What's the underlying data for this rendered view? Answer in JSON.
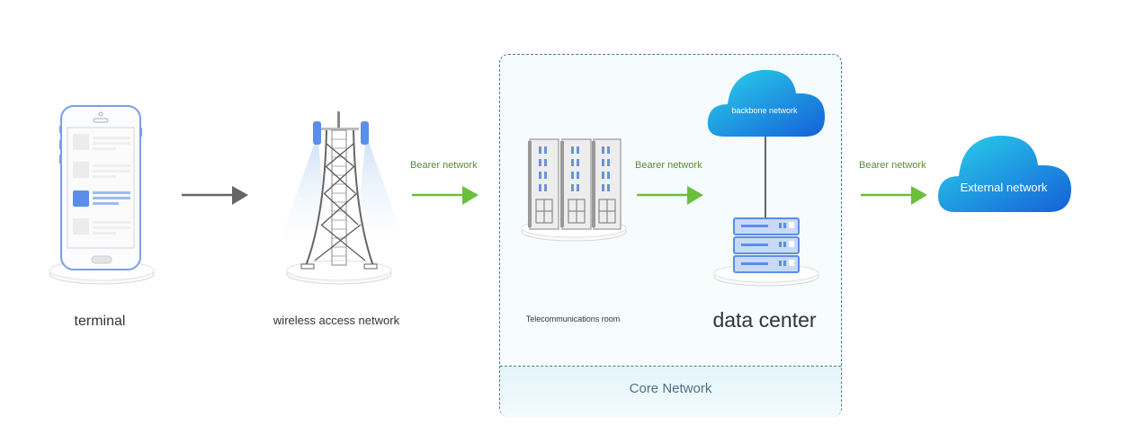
{
  "nodes": {
    "terminal": {
      "label": "terminal"
    },
    "wireless": {
      "label": "wireless access network"
    },
    "telecom_room": {
      "label": "Telecommunications room"
    },
    "data_center": {
      "label": "data center"
    },
    "backbone": {
      "label": "backbone network"
    },
    "external": {
      "label": "External network"
    }
  },
  "edges": [
    {
      "from": "terminal",
      "to": "wireless",
      "label": "",
      "color": "#666666"
    },
    {
      "from": "wireless",
      "to": "telecom_room",
      "label": "Bearer network",
      "color": "#6abf3c"
    },
    {
      "from": "telecom_room",
      "to": "data_center",
      "label": "Bearer network",
      "color": "#6abf3c"
    },
    {
      "from": "data_center",
      "to": "external",
      "label": "Bearer network",
      "color": "#6abf3c"
    }
  ],
  "group": {
    "label": "Core Network"
  },
  "colors": {
    "accent_green": "#6abf3c",
    "phone_blue": "#5b8ee6",
    "cloud_start": "#2ad4ea",
    "cloud_end": "#1560d8"
  }
}
